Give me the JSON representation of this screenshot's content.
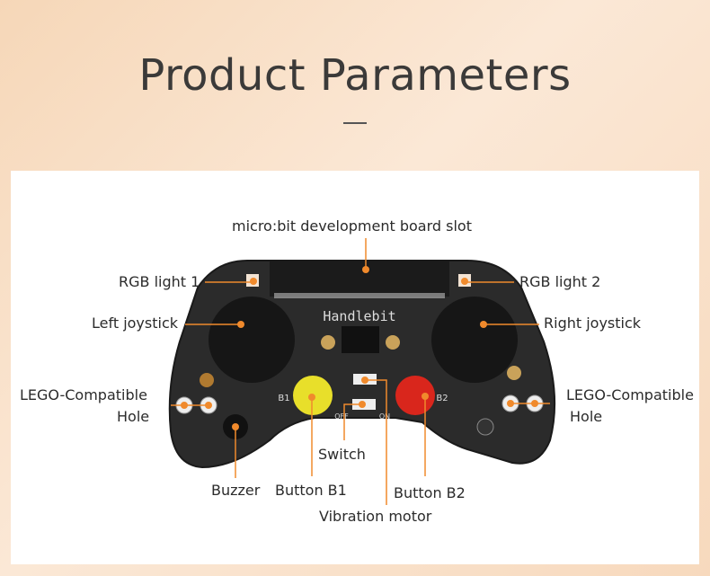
{
  "header": {
    "title": "Product Parameters"
  },
  "board": {
    "name": "Handlebit",
    "switch_off": "OFF",
    "switch_on": "ON",
    "b1_mark": "B1",
    "b2_mark": "B2"
  },
  "labels": {
    "slot": "micro:bit development board slot",
    "rgb1": "RGB light 1",
    "rgb2": "RGB light 2",
    "left_joystick": "Left joystick",
    "right_joystick": "Right joystick",
    "lego_left_1": "LEGO-Compatible",
    "lego_left_2": "Hole",
    "lego_right_1": "LEGO-Compatible",
    "lego_right_2": "Hole",
    "buzzer": "Buzzer",
    "button_b1": "Button B1",
    "switch": "Switch",
    "button_b2": "Button B2",
    "vibration_motor": "Vibration motor"
  },
  "colors": {
    "accent": "#f08a2c",
    "board": "#2a2a2a"
  }
}
